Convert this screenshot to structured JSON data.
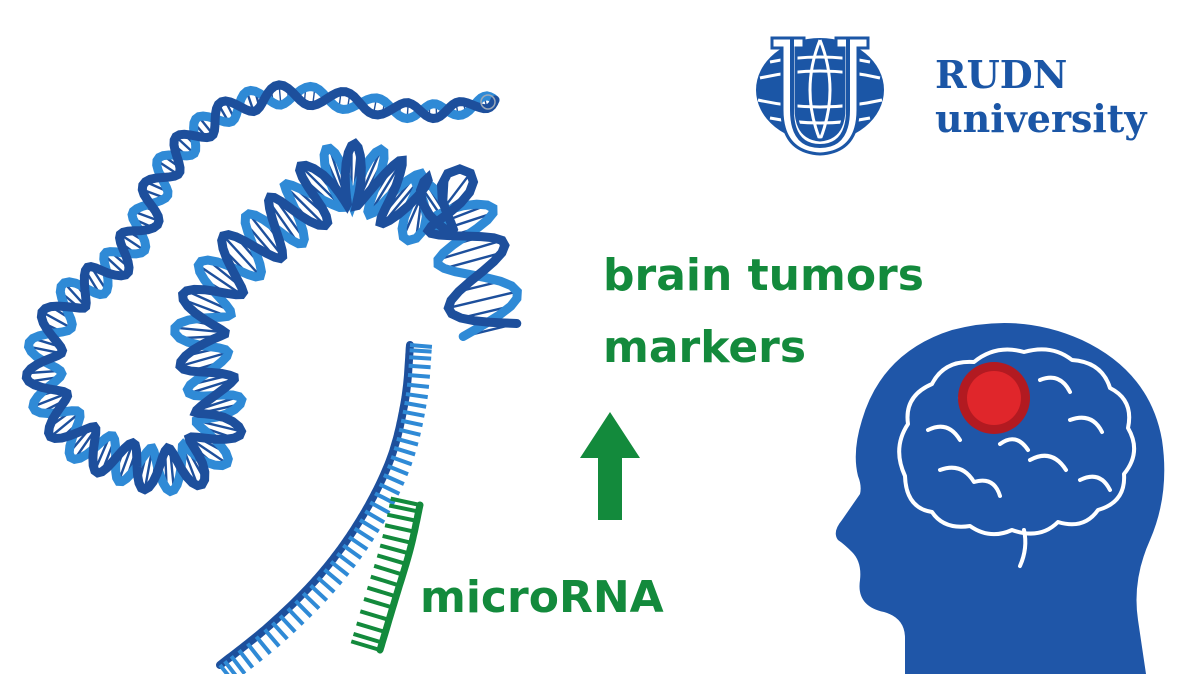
{
  "logo": {
    "line1": "RUDN",
    "line2": "university",
    "color": "#1b56a6"
  },
  "labels": {
    "markers_line1": "brain tumors",
    "markers_line2": "markers",
    "microrna": "microRNA",
    "green": "#138a3c"
  },
  "icons": [
    "dna-helix-icon",
    "rna-strand-icon",
    "microrna-strand-icon",
    "up-arrow-icon",
    "head-brain-icon",
    "tumor-icon",
    "rudn-emblem-icon"
  ],
  "colors": {
    "helix_dark": "#1d4f9c",
    "helix_light": "#2f8ad6",
    "head": "#1f56a8",
    "tumor": "#e0262b",
    "tumor_halo": "#b21a21"
  }
}
